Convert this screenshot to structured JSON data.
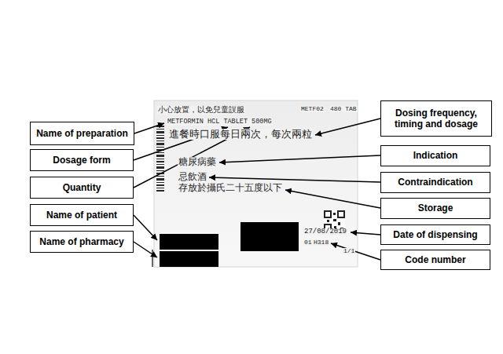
{
  "diagram": {
    "nodes": [
      {
        "text": [
          "Name of preparation"
        ]
      },
      {
        "text": [
          "Dosage form"
        ]
      },
      {
        "text": [
          "Quantity"
        ]
      },
      {
        "text": [
          "Name of patient"
        ]
      },
      {
        "text": [
          "Name of pharmacy"
        ]
      },
      {
        "text": [
          "Dosing frequency, timing and dosage"
        ]
      },
      {
        "text": [
          "Indication"
        ]
      },
      {
        "text": [
          "Contraindication"
        ]
      },
      {
        "text": [
          "Storage"
        ]
      },
      {
        "text": [
          "Date of dispensing"
        ]
      },
      {
        "text": [
          "Code number"
        ]
      }
    ],
    "labels": [
      "小心放置，以免兒童誤服",
      "METF02",
      "480 TAB",
      "METFORMIN HCL TABLET 500MG",
      "進餐時口服每日兩次，每次兩粒",
      "糖尿病藥",
      "忌飲酒",
      "存放於攝氏二十五度以下",
      "27/08/2019",
      "01",
      "H318",
      "1/1"
    ]
  }
}
